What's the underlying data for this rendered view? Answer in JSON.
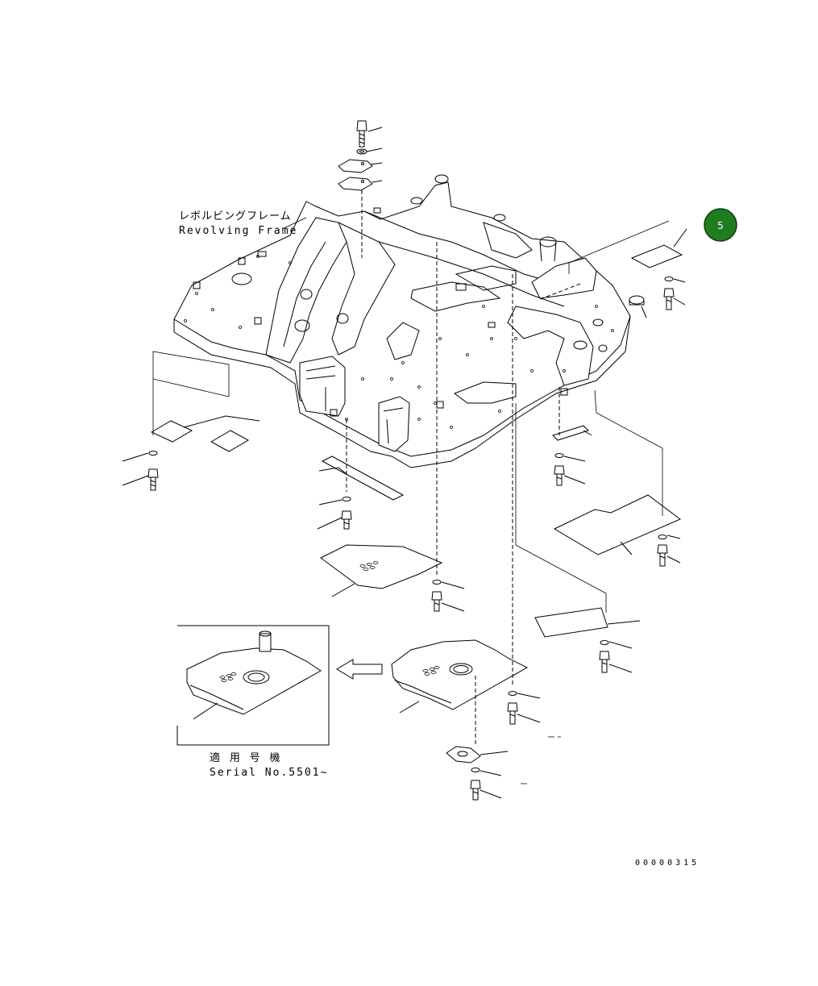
{
  "labels": {
    "frame_jp": "レボルビングフレーム",
    "frame_en": "Revolving Frame",
    "serial_jp": "適 用 号 機",
    "serial_en": "Serial No.5501~",
    "doc_number": "00000315"
  },
  "badge": {
    "number": "5",
    "color": "#1f7d1f"
  }
}
